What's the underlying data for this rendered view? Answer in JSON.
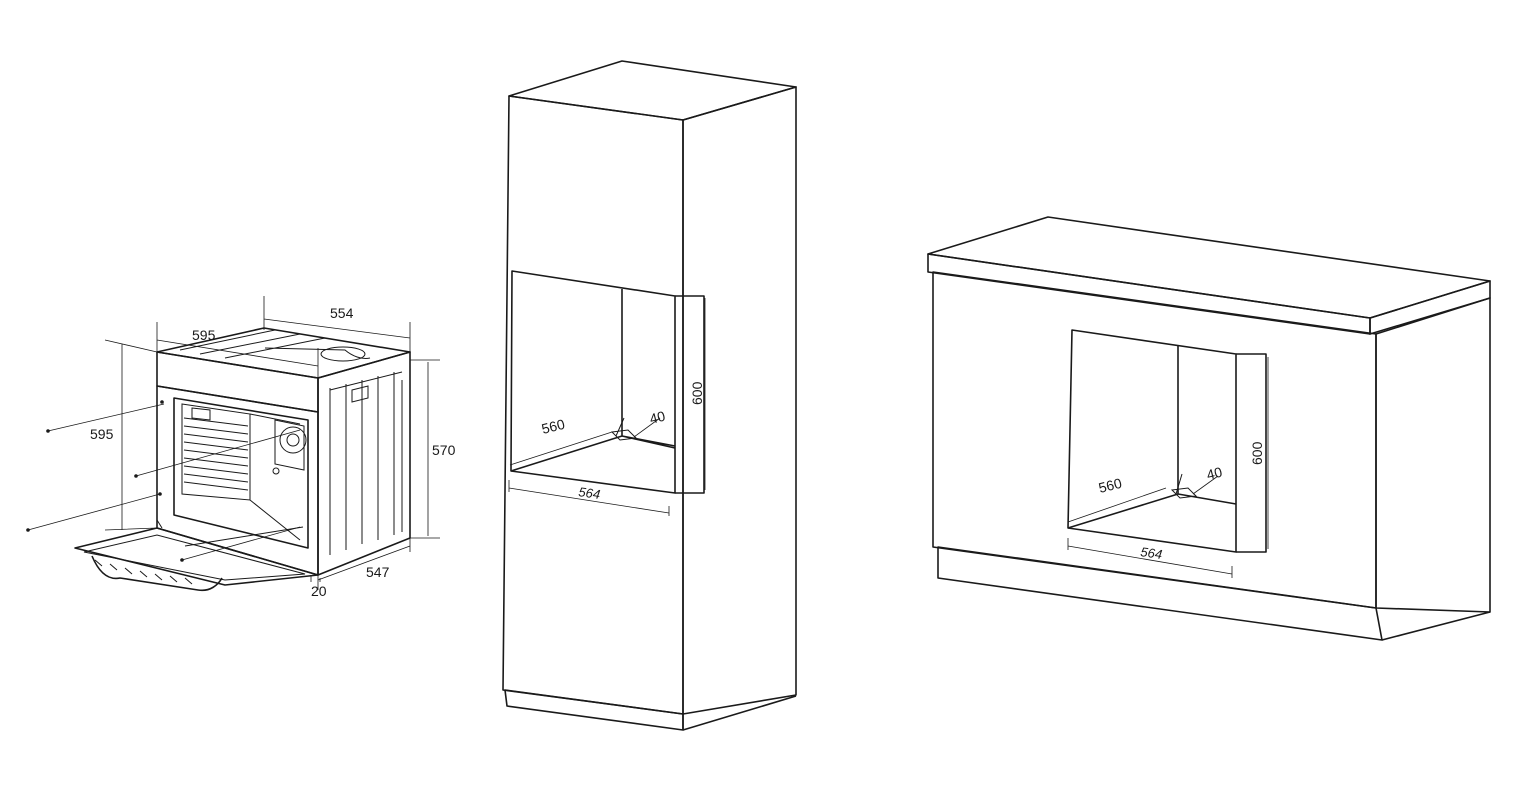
{
  "oven": {
    "width_top": "554",
    "width_front": "595",
    "height_front": "595",
    "height_side": "570",
    "depth": "547",
    "door_offset": "20"
  },
  "column_cabinet": {
    "niche_width": "560",
    "niche_height": "600",
    "vent_depth": "40",
    "base_width": "564"
  },
  "undercounter_cabinet": {
    "niche_width": "560",
    "niche_height": "600",
    "vent_depth": "40",
    "base_width": "564"
  }
}
